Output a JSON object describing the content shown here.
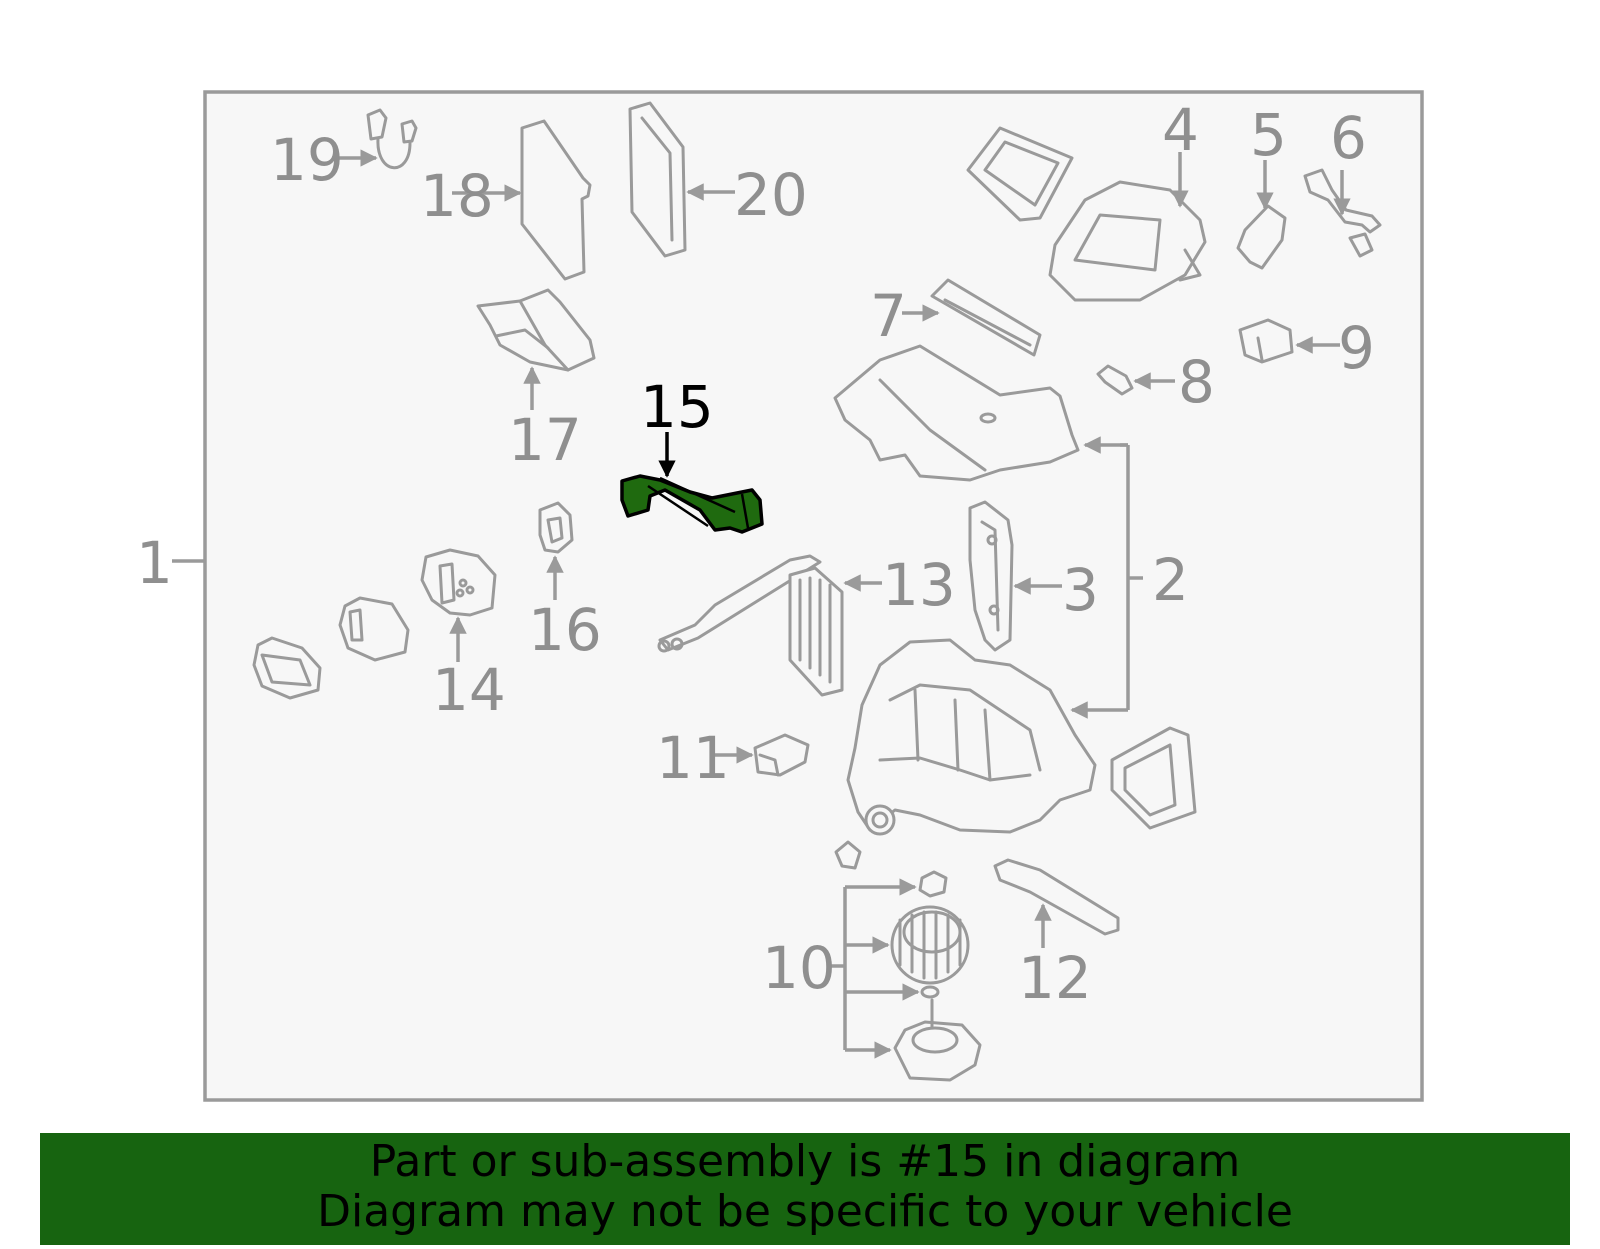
{
  "diagram": {
    "highlighted_part": "15",
    "callouts": {
      "c1": "1",
      "c2": "2",
      "c3": "3",
      "c4": "4",
      "c5": "5",
      "c6": "6",
      "c7": "7",
      "c8": "8",
      "c9": "9",
      "c10": "10",
      "c11": "11",
      "c12": "12",
      "c13": "13",
      "c14": "14",
      "c15": "15",
      "c16": "16",
      "c17": "17",
      "c18": "18",
      "c19": "19",
      "c20": "20"
    },
    "colors": {
      "line": "#9a9a9a",
      "panel_background": "#f7f7f7",
      "highlight_fill": "#1f6a0f",
      "highlight_stroke": "#000000",
      "banner_background": "#176410"
    }
  },
  "footer": {
    "line1": "Part or sub-assembly is #15 in diagram",
    "line2": "Diagram may not be specific to your vehicle"
  }
}
